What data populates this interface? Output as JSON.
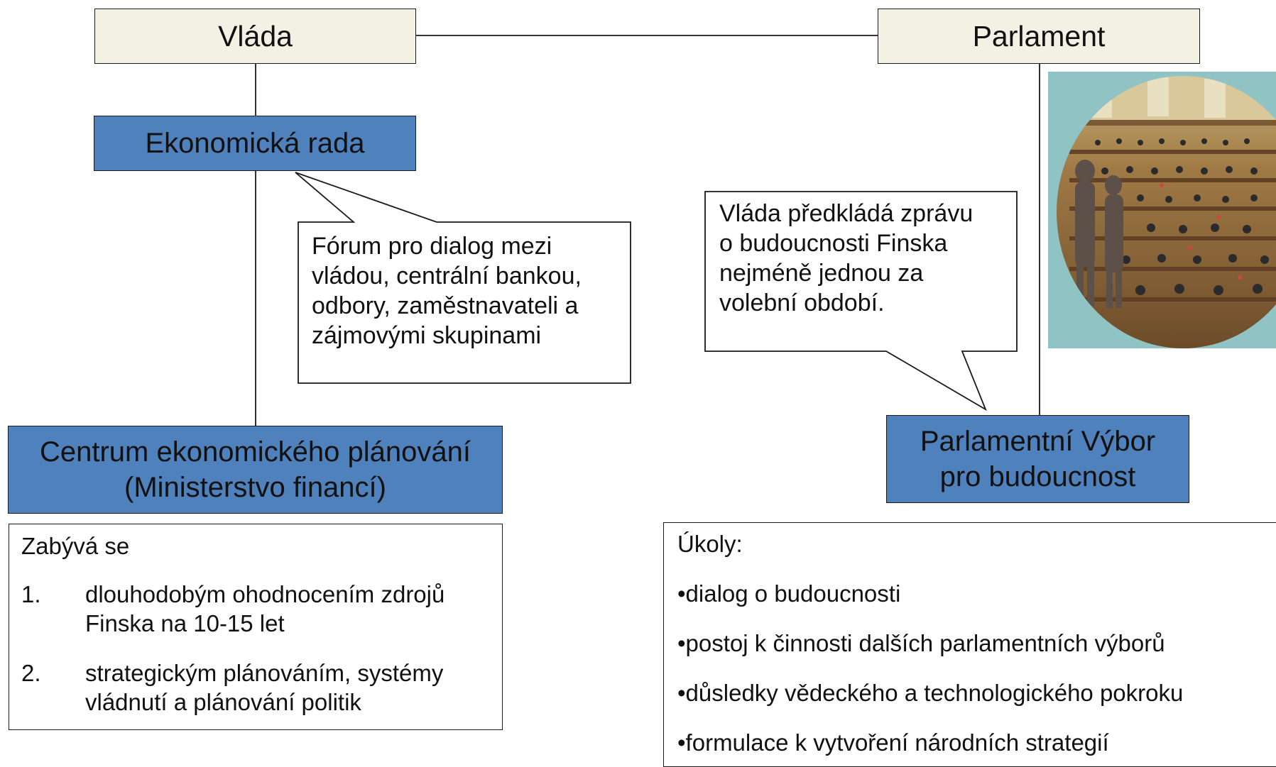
{
  "nodes": {
    "vlada": {
      "label": "Vláda"
    },
    "parlament": {
      "label": "Parlament"
    },
    "ekonomicka_rada": {
      "label": "Ekonomická rada"
    },
    "centrum": {
      "line1": "Centrum ekonomického plánování",
      "line2": "(Ministerstvo financí)"
    },
    "vybor": {
      "line1": "Parlamentní Výbor",
      "line2": "pro budoucnost"
    }
  },
  "callouts": {
    "forum": "Fórum pro dialog mezi\nvládou, centrální bankou,\nodbory, zaměstnavateli a\nzájmovými skupinami",
    "zprava": "Vláda předkládá zprávu\no budoucnosti Finska\nnejméně jednou za\nvolební období."
  },
  "zabyva": {
    "heading": "Zabývá se",
    "items": [
      {
        "num": "1.",
        "text": "dlouhodobým ohodnocením zdrojů Finska na 10-15 let"
      },
      {
        "num": "2.",
        "text": "strategickým plánováním, systémy vládnutí a plánování politik"
      }
    ]
  },
  "ukoly": {
    "heading": "Úkoly:",
    "items": [
      "•dialog o budoucnosti",
      "•postoj k činnosti dalších parlamentních výborů",
      "•důsledky vědeckého a technologického pokroku",
      "•formulace k vytvoření národních strategií"
    ]
  },
  "colors": {
    "beige_box": "#f2f1e3",
    "blue_box": "#4f81bd",
    "line": "#1a1a1a"
  },
  "image": {
    "icon": "parliament-photo"
  }
}
